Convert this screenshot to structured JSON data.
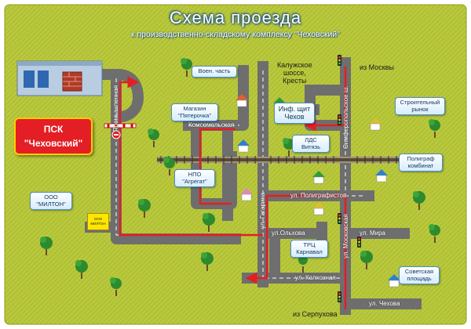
{
  "title": "Схема проезда",
  "subtitle": "к производственно-складскому комплексу \"Чеховский\"",
  "destination": {
    "line1": "ПСК",
    "line2": "\"Чеховский\""
  },
  "sign_text": {
    "line1": "ООО",
    "line2": "МИЛТОН"
  },
  "streets": {
    "promyshlennaya": "Промышленная",
    "komsomolskaya": "Комсомольская",
    "gagarina": "ул. Гагарина",
    "poligrafistov": "ул. Полиграфистов",
    "olkhova": "ул.Ольхова",
    "mira": "ул. Мира",
    "kolkhoznaya": "ул. Колхозная",
    "chekhova": "ул. Чехова",
    "simferopolskoe": "Симферопольское ш.",
    "moskovskaya": "ул. Московская"
  },
  "directions": {
    "kaluga_line1": "Калужское",
    "kaluga_line2": "шоссе,",
    "kaluga_line3": "Кресты",
    "from_moscow": "из Москвы",
    "from_serpukhov": "из Серпухова"
  },
  "landmarks": {
    "milton_line1": "ООО",
    "milton_line2": "\"МИЛТОН\"",
    "voen_chast": "Воен. часть",
    "pyaterochka_line1": "Магазин",
    "pyaterochka_line2": "\"Пятерочка\"",
    "npo_line1": "НПО",
    "npo_line2": "\"Агрегат\"",
    "inf_line1": "Инф. щит",
    "inf_line2": "Чехов",
    "lds_line1": "ЛДС",
    "lds_line2": "Витязь",
    "stroy_line1": "Строительный",
    "stroy_line2": "рынок",
    "poligraf_line1": "Полиграф",
    "poligraf_line2": "комбинат",
    "trc_line1": "ТРЦ",
    "trc_line2": "Карнавал",
    "sovetskaya_line1": "Советская",
    "sovetskaya_line2": "площадь"
  },
  "colors": {
    "grass": "#b9c93c",
    "road": "#6e6e6e",
    "route": "#e31e24",
    "callout_border": "#4a90c8"
  },
  "icons": [
    "factory-icon",
    "house-icon",
    "tree-icon",
    "traffic-light-icon",
    "railway-crossing-icon",
    "no-entry-icon",
    "route-arrow-icon"
  ]
}
